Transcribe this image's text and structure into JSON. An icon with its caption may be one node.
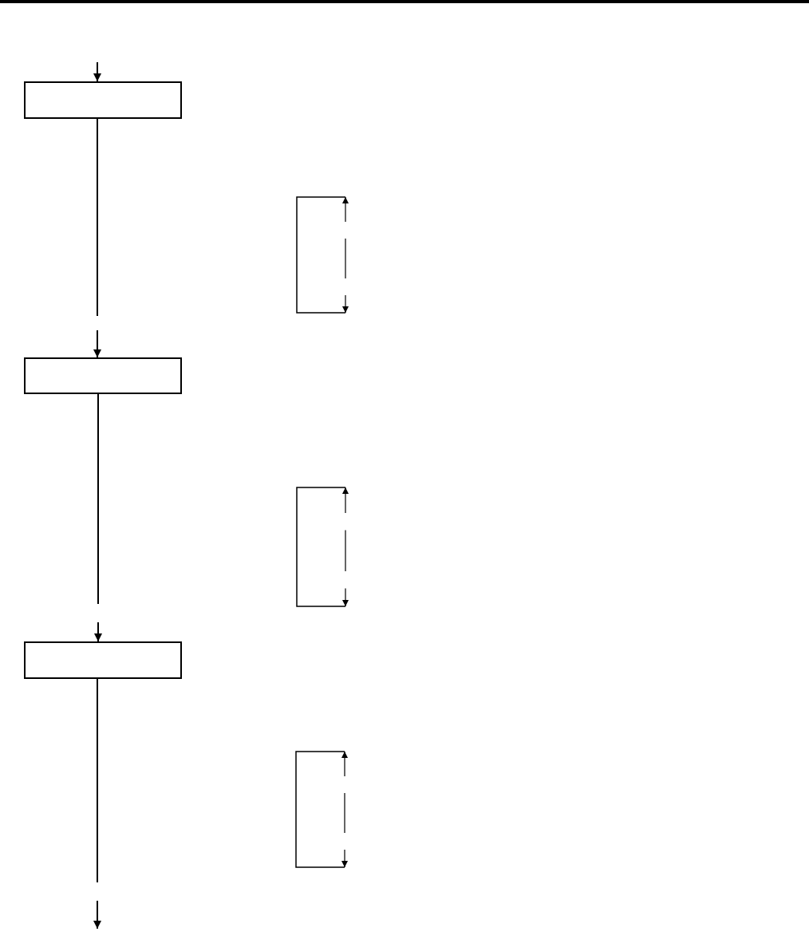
{
  "diagram": {
    "nodes": [
      {
        "text": [],
        "shape": "box"
      },
      {
        "text": [],
        "shape": "box"
      },
      {
        "text": [],
        "shape": "box"
      }
    ],
    "edges": [
      {
        "from": null,
        "to": 0,
        "arrow": "to"
      },
      {
        "from": 0,
        "to": 1,
        "arrow": "to",
        "style": "dashed"
      },
      {
        "from": 1,
        "to": 2,
        "arrow": "to",
        "style": "dashed"
      },
      {
        "from": 2,
        "to": null,
        "arrow": "to",
        "style": "dashed"
      }
    ]
  }
}
